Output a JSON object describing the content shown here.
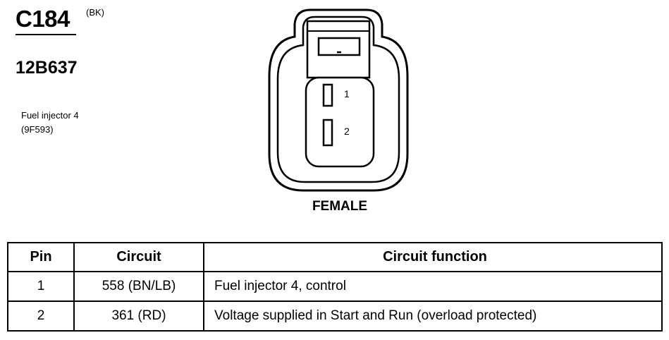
{
  "connector": {
    "id": "C184",
    "color_code": "(BK)",
    "part_number": "12B637",
    "component_name": "Fuel injector 4",
    "component_code": "(9F593)",
    "gender": "FEMALE",
    "pin_labels": [
      "1",
      "2"
    ]
  },
  "table": {
    "headers": [
      "Pin",
      "Circuit",
      "Circuit function"
    ],
    "rows": [
      {
        "pin": "1",
        "circuit": "558 (BN/LB)",
        "function": "Fuel injector 4, control"
      },
      {
        "pin": "2",
        "circuit": "361 (RD)",
        "function": "Voltage supplied in Start and Run (overload protected)"
      }
    ]
  }
}
